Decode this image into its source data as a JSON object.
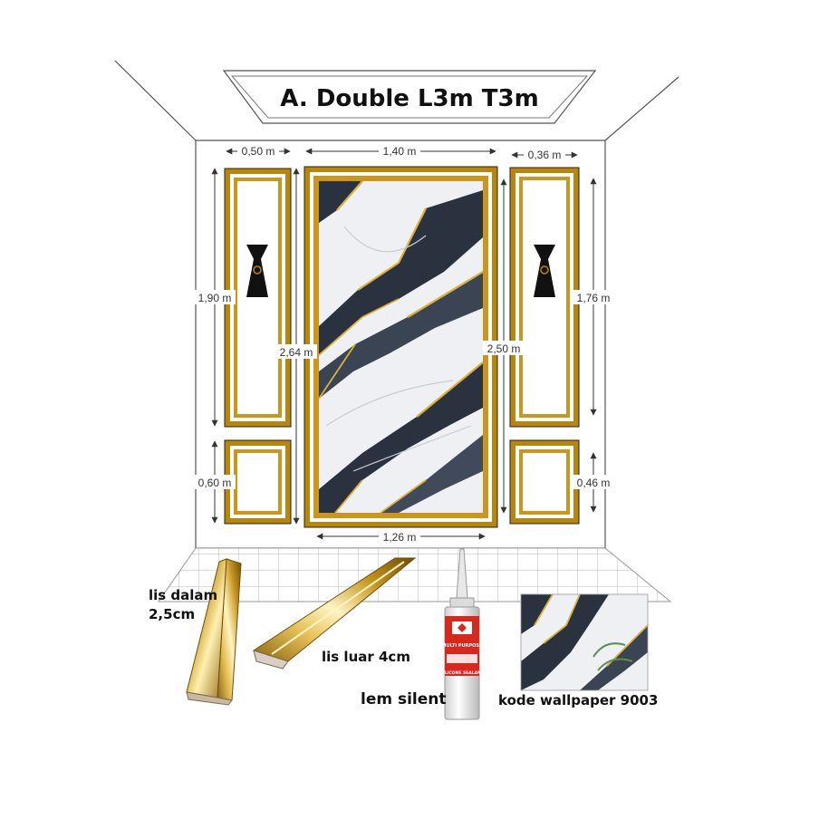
{
  "title": "A. Double L3m T3m",
  "dimensions": {
    "left_width": "0,50 m",
    "center_width": "1,40 m",
    "right_width": "0,36 m",
    "left_upper_height": "1,90 m",
    "left_full_height": "2,64 m",
    "center_inner_height": "2,50 m",
    "right_upper_height": "1,76 m",
    "left_lower_height": "0,60 m",
    "right_lower_height": "0,46 m",
    "center_inner_width": "1,26 m"
  },
  "materials": {
    "inner_moulding": {
      "line1": "lis dalam",
      "line2": "2,5cm"
    },
    "outer_moulding": "lis luar 4cm",
    "adhesive": "lem silent",
    "adhesive_tube": {
      "brand": "MULTI PURPOSE",
      "type": "SILICONE SEALANT"
    },
    "wallpaper": "kode wallpaper 9003"
  },
  "colors": {
    "gold": "#b8860b",
    "gold_light": "#e0b83a",
    "marble_dark": "#2a3240",
    "wall": "#ffffff",
    "line": "#333333",
    "tube_red": "#d8281e"
  },
  "icons": {
    "wall_sconce": "sconce-icon"
  }
}
